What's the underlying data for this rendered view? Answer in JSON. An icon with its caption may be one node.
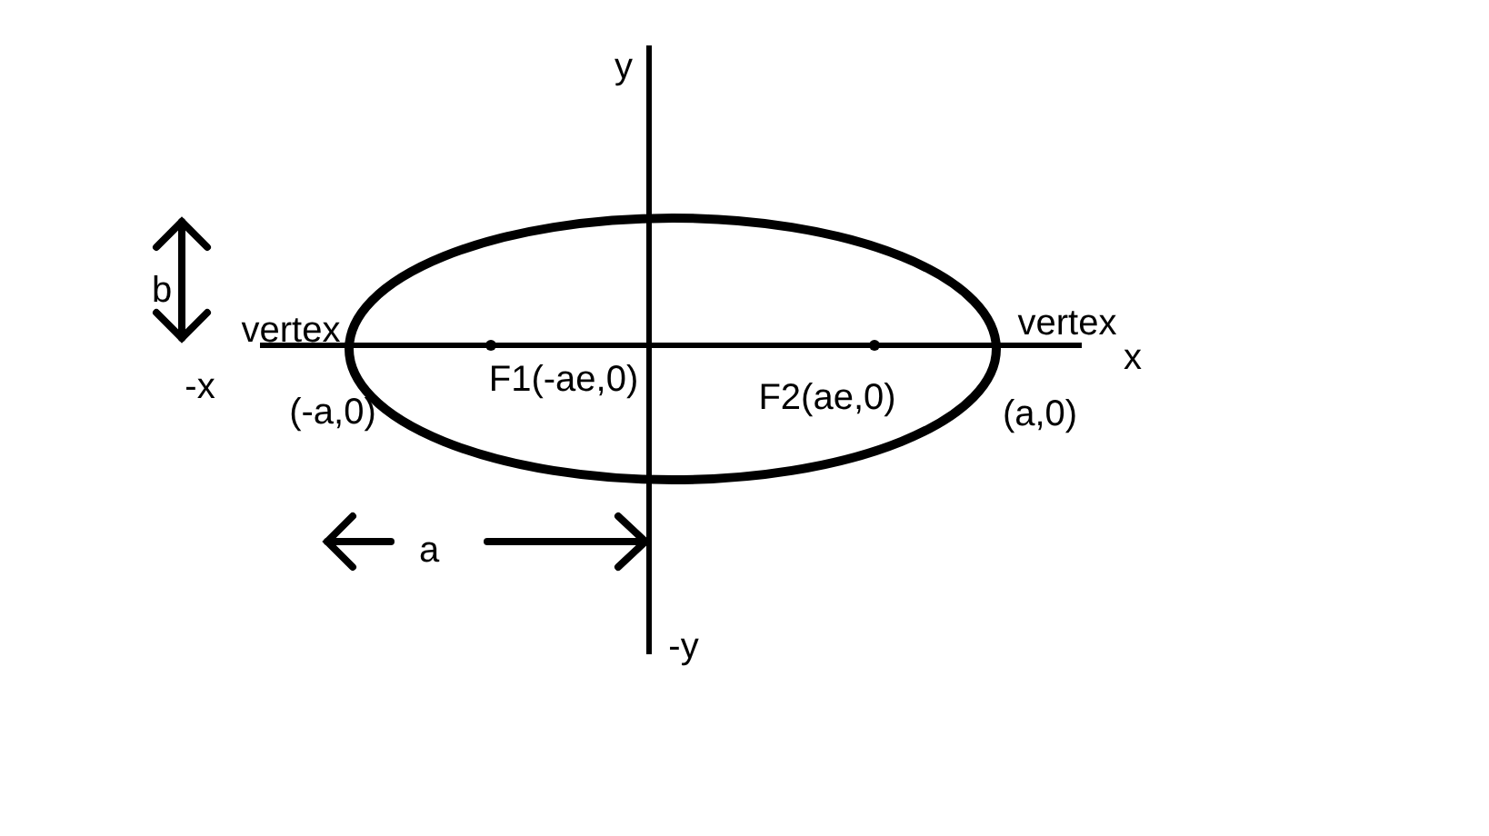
{
  "diagram": {
    "labels": [
      "y",
      "b",
      "vertex",
      "vertex",
      "x",
      "-x",
      "F1(-ae,0)",
      "(-a,0)",
      "F2(ae,0)",
      "(a,0)",
      "a",
      "-y"
    ]
  }
}
